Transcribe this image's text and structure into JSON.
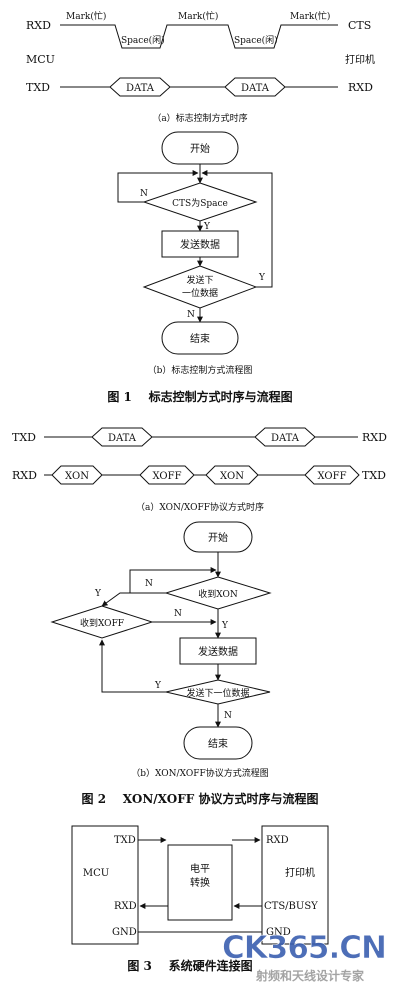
{
  "fig1_timing": {
    "rxd": "RXD",
    "cts": "CTS",
    "mcu": "MCU",
    "printer": "打印机",
    "txd": "TXD",
    "rxd_right": "RXD",
    "mark1": "Mark(忙)",
    "mark2": "Mark(忙)",
    "mark3": "Mark(忙)",
    "space1": "Space(闲)",
    "space2": "Space(闲)",
    "data1": "DATA",
    "data2": "DATA",
    "subcaption": "（a）标志控制方式时序"
  },
  "fig1_flow": {
    "start": "开始",
    "decision1": "CTS为Space",
    "n1": "N",
    "y1": "Y",
    "send": "发送数据",
    "decision2_l1": "发送下",
    "decision2_l2": "一位数据",
    "y2": "Y",
    "n2": "N",
    "end": "结束",
    "subcaption": "（b）标志控制方式流程图"
  },
  "fig1_caption": "图 1    标志控制方式时序与流程图",
  "fig2_timing": {
    "txd": "TXD",
    "rxd_right": "RXD",
    "data1": "DATA",
    "data2": "DATA",
    "rxd": "RXD",
    "txd_right": "TXD",
    "xon1": "XON",
    "xoff1": "XOFF",
    "xon2": "XON",
    "xoff2": "XOFF",
    "subcaption": "（a）XON/XOFF协议方式时序"
  },
  "fig2_flow": {
    "start": "开始",
    "n1": "N",
    "decision_xon": "收到XON",
    "y_left": "Y",
    "n_mid": "N",
    "decision_xoff": "收到XOFF",
    "y_xon": "Y",
    "send": "发送数据",
    "y_loop": "Y",
    "decision_next": "发送下一位数据",
    "n_end": "N",
    "end": "结束",
    "subcaption": "（b）XON/XOFF协议方式流程图"
  },
  "fig2_caption": "图 2    XON/XOFF 协议方式时序与流程图",
  "fig3": {
    "mcu": "MCU",
    "txd": "TXD",
    "rxd": "RXD",
    "gnd": "GND",
    "converter_l1": "电平",
    "converter_l2": "转换",
    "printer": "打印机",
    "p_rxd": "RXD",
    "p_cts": "CTS/BUSY",
    "p_gnd": "GND"
  },
  "fig3_caption": "图 3    系统硬件连接图",
  "watermark": {
    "logo": "CK365.CN",
    "tagline": "射频和天线设计专家",
    "colors": {
      "blue": "#3a5fb0",
      "red": "#d23a2a",
      "gray": "#9a9a9a"
    }
  }
}
